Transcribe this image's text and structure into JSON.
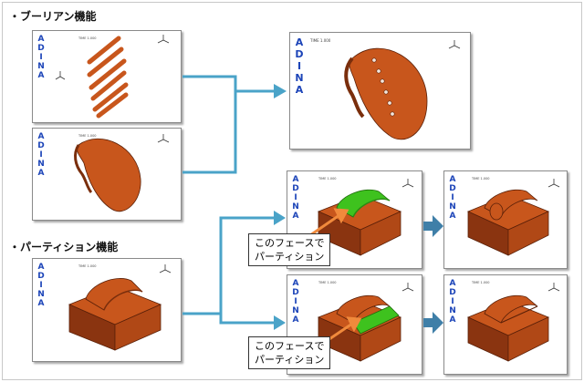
{
  "headings": {
    "boolean": "・ブーリアン機能",
    "partition": "・パーティション機能"
  },
  "panel": {
    "brand": "A\nD\nI\nN\nA",
    "time": "TIME 1.000"
  },
  "callouts": [
    {
      "line1": "このフェースで",
      "line2": "パーティション"
    },
    {
      "line1": "このフェースで",
      "line2": "パーティション"
    }
  ],
  "colors": {
    "solid": "#c8561c",
    "solid_dark": "#7a2e0c",
    "highlight_face": "#3ec21e",
    "flow_arrow": "#4aa3c8",
    "callout_arrow": "#f08a3c",
    "brand_text": "#1c44b8"
  }
}
